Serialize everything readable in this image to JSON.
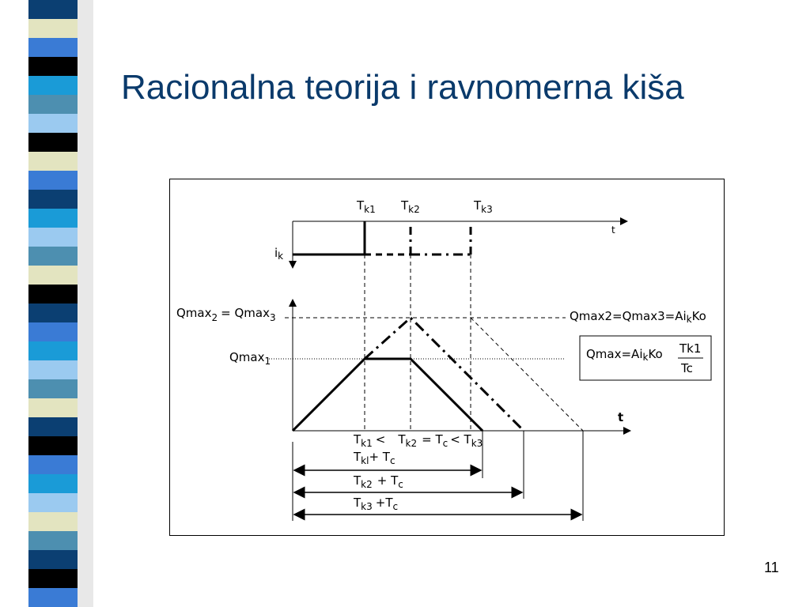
{
  "slide": {
    "title": "Racionalna teorija i ravnomerna kiša",
    "page_number": "11"
  },
  "strip_colors": [
    "#1a9bd7",
    "#0b3f72",
    "#e3e4c0",
    "#3a7bd5",
    "#000000",
    "#4d8fb0",
    "#9bcaf0"
  ],
  "diagram": {
    "top_axis": {
      "tk1": "T",
      "tk1_sub": "k1",
      "tk2": "T",
      "tk2_sub": "k2",
      "tk3": "T",
      "tk3_sub": "k3",
      "t_label": "t",
      "ik": "i",
      "ik_sub": "k"
    },
    "left_labels": {
      "qmax23_a": "Qmax",
      "qmax23_a_sub": "2",
      "qmax23_eq": "= Qmax",
      "qmax23_eq_sub": "3",
      "qmax1": "Qmax",
      "qmax1_sub": "1"
    },
    "right_labels": {
      "formula_top": "Qmax2=Qmax3=Ai",
      "formula_top_sub": "k",
      "formula_top_end": "Ko",
      "box_formula": "Qmax=Ai",
      "box_formula_sub": "k",
      "box_formula_end": "Ko",
      "box_num": "Tk1",
      "box_den": "Tc"
    },
    "bottom_axis": {
      "t_label": "t",
      "compare_a": "T",
      "compare_a_sub": "k1",
      "compare_lt1": "<",
      "compare_b": "T",
      "compare_b_sub": "k2",
      "compare_eq": "= T",
      "compare_c_sub": "c",
      "compare_lt2": "< T",
      "compare_d_sub": "k3",
      "dur1": "T",
      "dur1_sub": "kl",
      "dur1_end": "+ T",
      "dur1_end_sub": "c",
      "dur2": "T",
      "dur2_sub": "k2",
      "dur2_end": "+ T",
      "dur2_end_sub": "c",
      "dur3": "T",
      "dur3_sub": "k3",
      "dur3_end": "+T",
      "dur3_end_sub": "c"
    }
  }
}
